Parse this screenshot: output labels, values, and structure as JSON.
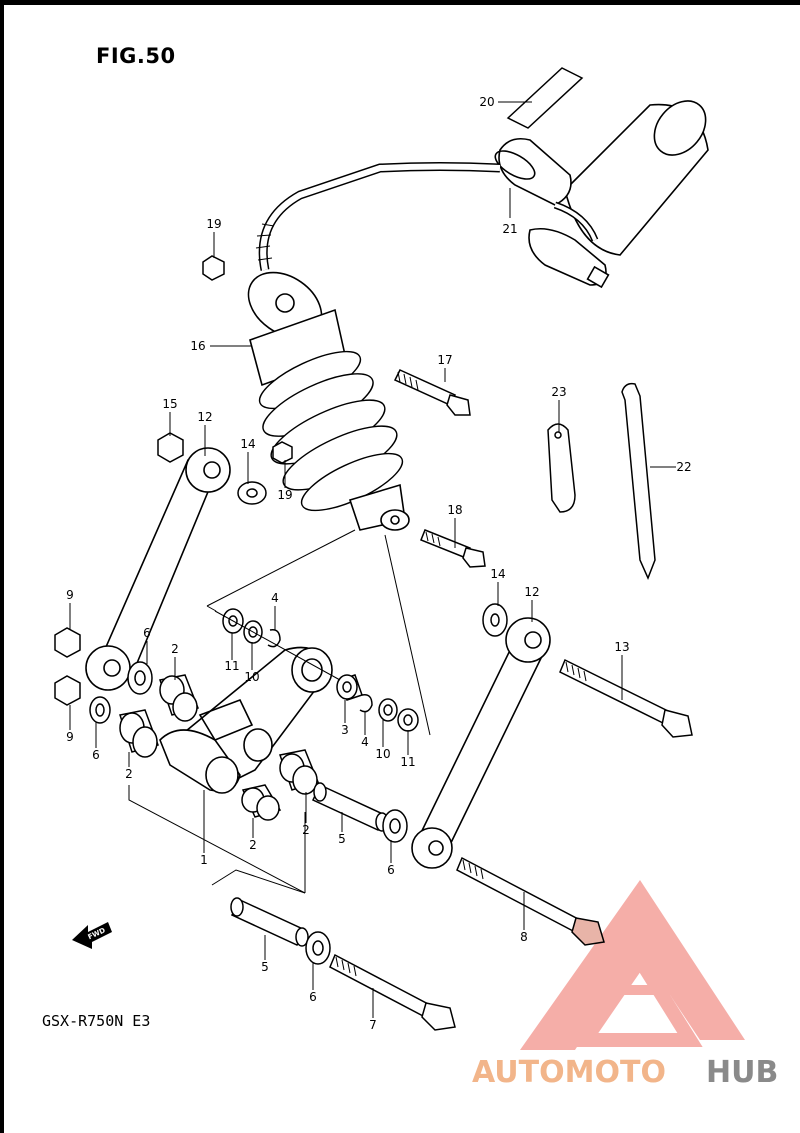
{
  "figure": {
    "title": "FIG.50",
    "model_code": "GSX-R750N E3",
    "fwd_marker": "FWD"
  },
  "callouts": [
    {
      "id": "c20",
      "text": "20"
    },
    {
      "id": "c21",
      "text": "21"
    },
    {
      "id": "c19a",
      "text": "19"
    },
    {
      "id": "c16",
      "text": "16"
    },
    {
      "id": "c17",
      "text": "17"
    },
    {
      "id": "c23",
      "text": "23"
    },
    {
      "id": "c22",
      "text": "22"
    },
    {
      "id": "c15",
      "text": "15"
    },
    {
      "id": "c12a",
      "text": "12"
    },
    {
      "id": "c14a",
      "text": "14"
    },
    {
      "id": "c19b",
      "text": "19"
    },
    {
      "id": "c18",
      "text": "18"
    },
    {
      "id": "c14b",
      "text": "14"
    },
    {
      "id": "c12b",
      "text": "12"
    },
    {
      "id": "c9a",
      "text": "9"
    },
    {
      "id": "c4a",
      "text": "4"
    },
    {
      "id": "c6a",
      "text": "6"
    },
    {
      "id": "c2a",
      "text": "2"
    },
    {
      "id": "c11a",
      "text": "11"
    },
    {
      "id": "c10a",
      "text": "10"
    },
    {
      "id": "c13",
      "text": "13"
    },
    {
      "id": "c9b",
      "text": "9"
    },
    {
      "id": "c6b",
      "text": "6"
    },
    {
      "id": "c3",
      "text": "3"
    },
    {
      "id": "c4b",
      "text": "4"
    },
    {
      "id": "c10b",
      "text": "10"
    },
    {
      "id": "c11b",
      "text": "11"
    },
    {
      "id": "c2b",
      "text": "2"
    },
    {
      "id": "c2c",
      "text": "2"
    },
    {
      "id": "c2d",
      "text": "2"
    },
    {
      "id": "c5a",
      "text": "5"
    },
    {
      "id": "c1",
      "text": "1"
    },
    {
      "id": "c6c",
      "text": "6"
    },
    {
      "id": "c8",
      "text": "8"
    },
    {
      "id": "c5b",
      "text": "5"
    },
    {
      "id": "c6d",
      "text": "6"
    },
    {
      "id": "c7",
      "text": "7"
    }
  ],
  "watermark": {
    "part1": "AUTOMOTO",
    "part2": "HUB",
    "color_primary": "#f4a09a",
    "color_secondary": "#f2b58a",
    "color_gray": "#8a8a8a"
  }
}
